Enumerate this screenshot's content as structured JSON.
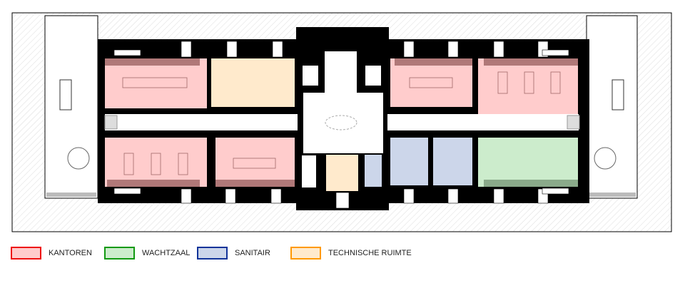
{
  "legend": [
    {
      "label": "KANTOREN",
      "fill": "#ffcccc",
      "stroke": "#ee1111"
    },
    {
      "label": "WACHTZAAL",
      "fill": "#cceccc",
      "stroke": "#119911"
    },
    {
      "label": "SANITAIR",
      "fill": "#ccd6ea",
      "stroke": "#113399"
    },
    {
      "label": "TECHNISCHE RUIMTE",
      "fill": "#ffeacc",
      "stroke": "#ff9900"
    }
  ],
  "colors": {
    "kantoren": "#ffcccc",
    "wachtzaal": "#cceccc",
    "sanitair": "#ccd6ea",
    "technisch": "#ffeacc",
    "wall": "#000000",
    "band": "#b07878"
  }
}
